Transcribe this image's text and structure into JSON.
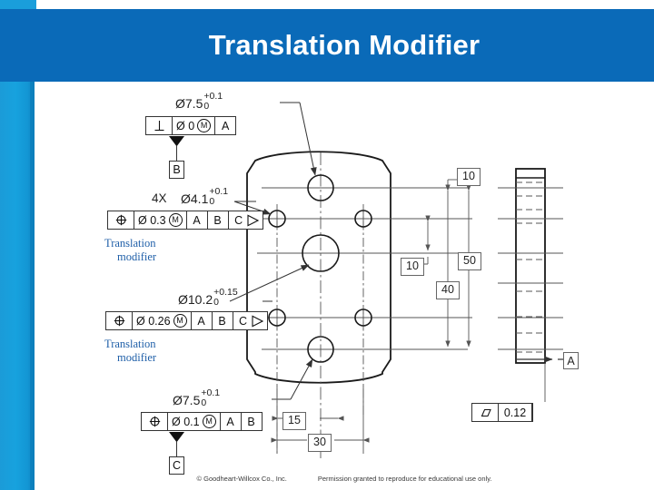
{
  "slide": {
    "title": "Translation Modifier",
    "header_color": "#0a6ab8",
    "accent_color": "#1a9edb",
    "annotation_color": "#1f5fa8"
  },
  "footer": {
    "copyright": "© Goodheart-Willcox Co., Inc.",
    "permission": "Permission granted to reproduce for educational use only."
  },
  "drawing": {
    "callouts": [
      {
        "id": "callout-top-left",
        "dimension": "Ø7.5",
        "tol_upper": "+0.1",
        "tol_lower": "0",
        "fcf": {
          "symbol": "perpendicularity",
          "symbol_glyph": "⊥",
          "tolerance": "Ø 0",
          "material_modifier": "M",
          "datums": [
            "A"
          ],
          "translation_modifier": false
        },
        "datum_feature": "B"
      },
      {
        "id": "callout-4x-holes",
        "count": "4X",
        "dimension": "Ø4.1",
        "tol_upper": "+0.1",
        "tol_lower": "0",
        "fcf": {
          "symbol": "position",
          "symbol_glyph": "⊕",
          "tolerance": "Ø 0.3",
          "material_modifier": "M",
          "datums": [
            "A",
            "B",
            "C"
          ],
          "translation_modifier": true
        },
        "note": "Translation\nmodifier",
        "note_line1": "Translation",
        "note_line2": "modifier"
      },
      {
        "id": "callout-center-hole",
        "dimension": "Ø10.2",
        "tol_upper": "+0.15",
        "tol_lower": "0",
        "fcf": {
          "symbol": "position",
          "symbol_glyph": "⊕",
          "tolerance": "Ø 0.26",
          "material_modifier": "M",
          "datums": [
            "A",
            "B",
            "C"
          ],
          "translation_modifier": true
        },
        "note_line1": "Translation",
        "note_line2": "modifier"
      },
      {
        "id": "callout-bottom-left",
        "dimension": "Ø7.5",
        "tol_upper": "+0.1",
        "tol_lower": "0",
        "fcf": {
          "symbol": "position",
          "symbol_glyph": "⊕",
          "tolerance": "Ø 0.1",
          "material_modifier": "M",
          "datums": [
            "A",
            "B"
          ],
          "translation_modifier": false
        },
        "datum_feature": "C"
      }
    ],
    "dimensions": {
      "vertical_small": "10",
      "vertical_top": "10",
      "vertical_mid": "40",
      "vertical_overall": "50",
      "horizontal_small": "15",
      "horizontal_overall": "30"
    },
    "side_view": {
      "datum_label": "A",
      "fcf": {
        "symbol": "parallelism",
        "symbol_glyph": "╱╱",
        "tolerance": "0.12"
      }
    }
  }
}
